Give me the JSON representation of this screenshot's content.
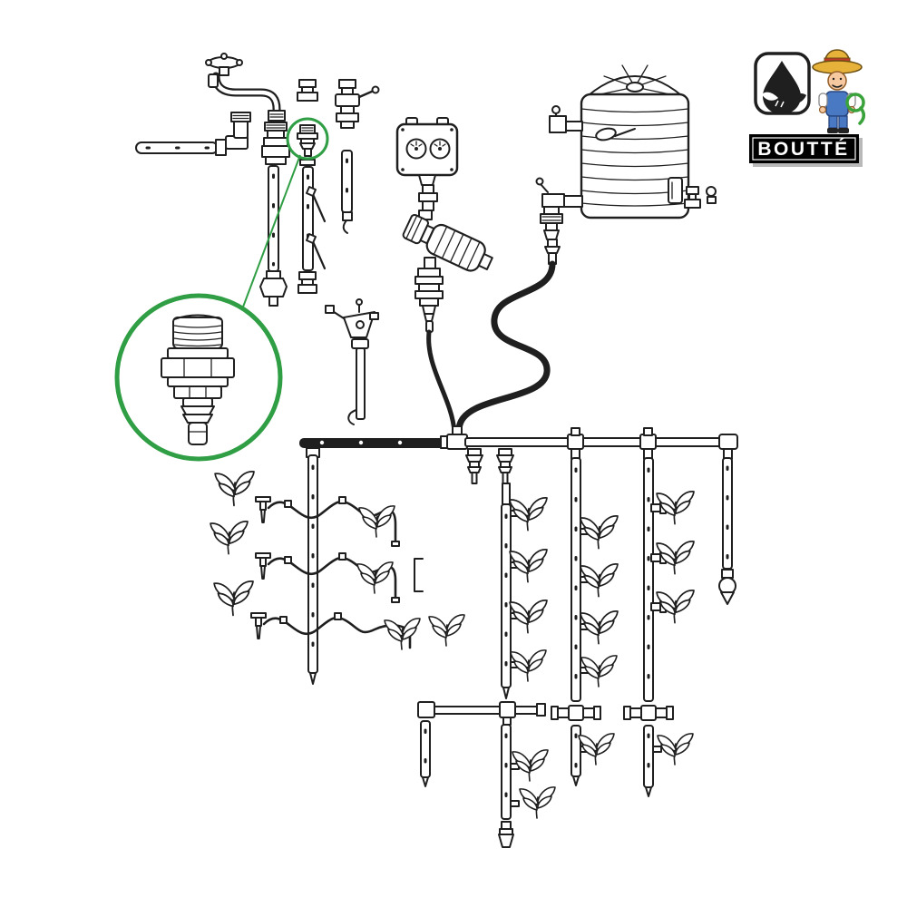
{
  "brand": {
    "name": "BOUTTÉ",
    "plate_bg": "#000000",
    "plate_text_color": "#ffffff"
  },
  "colors": {
    "line": "#1f1f1f",
    "accent_green": "#2f9e44",
    "hat_yellow": "#e6b23a",
    "hat_band_red": "#c0392b",
    "skin": "#f6c9a0",
    "overalls_blue": "#4a79c4",
    "hose_green": "#3aa23a"
  },
  "figure": {
    "type": "irrigation-kit-schematic",
    "callout": "enlarged-hose-barb-connector"
  },
  "components": [
    "garden-tap",
    "tap-thread-adapter-stack",
    "perforated-riser-pipe",
    "side-connection-pipe",
    "elbow-fitting",
    "hose-barb-connector",
    "barb-connector-detail-callout",
    "micro-fitting-column",
    "shutoff-valve-fitting",
    "impact-sprinkler-on-riser",
    "irrigation-timer",
    "inline-filter",
    "filter-hose-adapter",
    "supply-hose",
    "water-storage-tank",
    "tank-float",
    "tank-outlet-valve",
    "tank-supply-hose",
    "main-distribution-pipe",
    "tee-connector",
    "hanging-dripper",
    "drip-lateral-line",
    "wavy-drip-hose",
    "spike-micro-sprinkler",
    "plant-cluster",
    "lower-manifold",
    "end-cap",
    "mist-nozzle",
    "brand-drop-logo",
    "gardener-mascot",
    "brand-name-plate"
  ]
}
